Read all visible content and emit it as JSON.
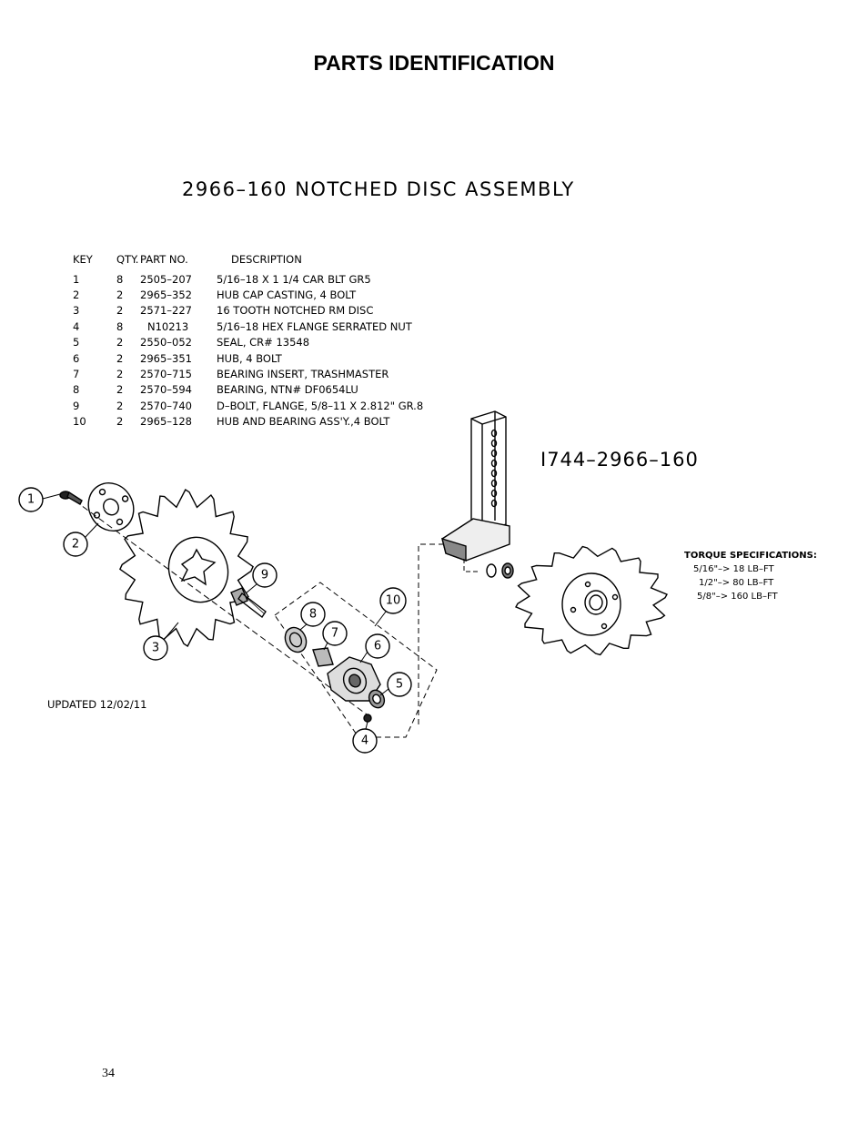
{
  "page": {
    "title": "PARTS IDENTIFICATION",
    "page_number": "34"
  },
  "assembly": {
    "title": "2966–160 NOTCHED DISC ASSEMBLY",
    "drawing_number": "I744–2966–160",
    "updated": "UPDATED 12/02/11"
  },
  "parts_table": {
    "headers": {
      "key": "KEY",
      "qty": "QTY.",
      "part": "PART NO.",
      "desc": "DESCRIPTION"
    },
    "rows": [
      {
        "key": "1",
        "qty": "8",
        "part": "2505–207",
        "desc": "5/16–18 X 1 1/4 CAR BLT GR5"
      },
      {
        "key": "2",
        "qty": "2",
        "part": "2965–352",
        "desc": "HUB CAP CASTING, 4 BOLT"
      },
      {
        "key": "3",
        "qty": "2",
        "part": "2571–227",
        "desc": "16 TOOTH NOTCHED RM DISC"
      },
      {
        "key": "4",
        "qty": "8",
        "part": "N10213",
        "desc": "5/16–18 HEX FLANGE SERRATED NUT"
      },
      {
        "key": "5",
        "qty": "2",
        "part": "2550–052",
        "desc": "SEAL, CR# 13548"
      },
      {
        "key": "6",
        "qty": "2",
        "part": "2965–351",
        "desc": "HUB, 4 BOLT"
      },
      {
        "key": "7",
        "qty": "2",
        "part": "2570–715",
        "desc": "BEARING INSERT, TRASHMASTER"
      },
      {
        "key": "8",
        "qty": "2",
        "part": "2570–594",
        "desc": "BEARING,  NTN# DF0654LU"
      },
      {
        "key": "9",
        "qty": "2",
        "part": "2570–740",
        "desc": "D–BOLT, FLANGE, 5/8–11 X 2.812\" GR.8"
      },
      {
        "key": "10",
        "qty": "2",
        "part": "2965–128",
        "desc": "HUB AND BEARING ASS'Y.,4 BOLT"
      }
    ]
  },
  "torque_specs": {
    "heading": "TORQUE SPECIFICATIONS:",
    "items": [
      "5/16\"–> 18 LB–FT",
      "1/2\"–> 80 LB–FT",
      "5/8\"–> 160 LB–FT"
    ]
  },
  "balloons": [
    "1",
    "2",
    "3",
    "4",
    "5",
    "6",
    "7",
    "8",
    "9",
    "10"
  ]
}
